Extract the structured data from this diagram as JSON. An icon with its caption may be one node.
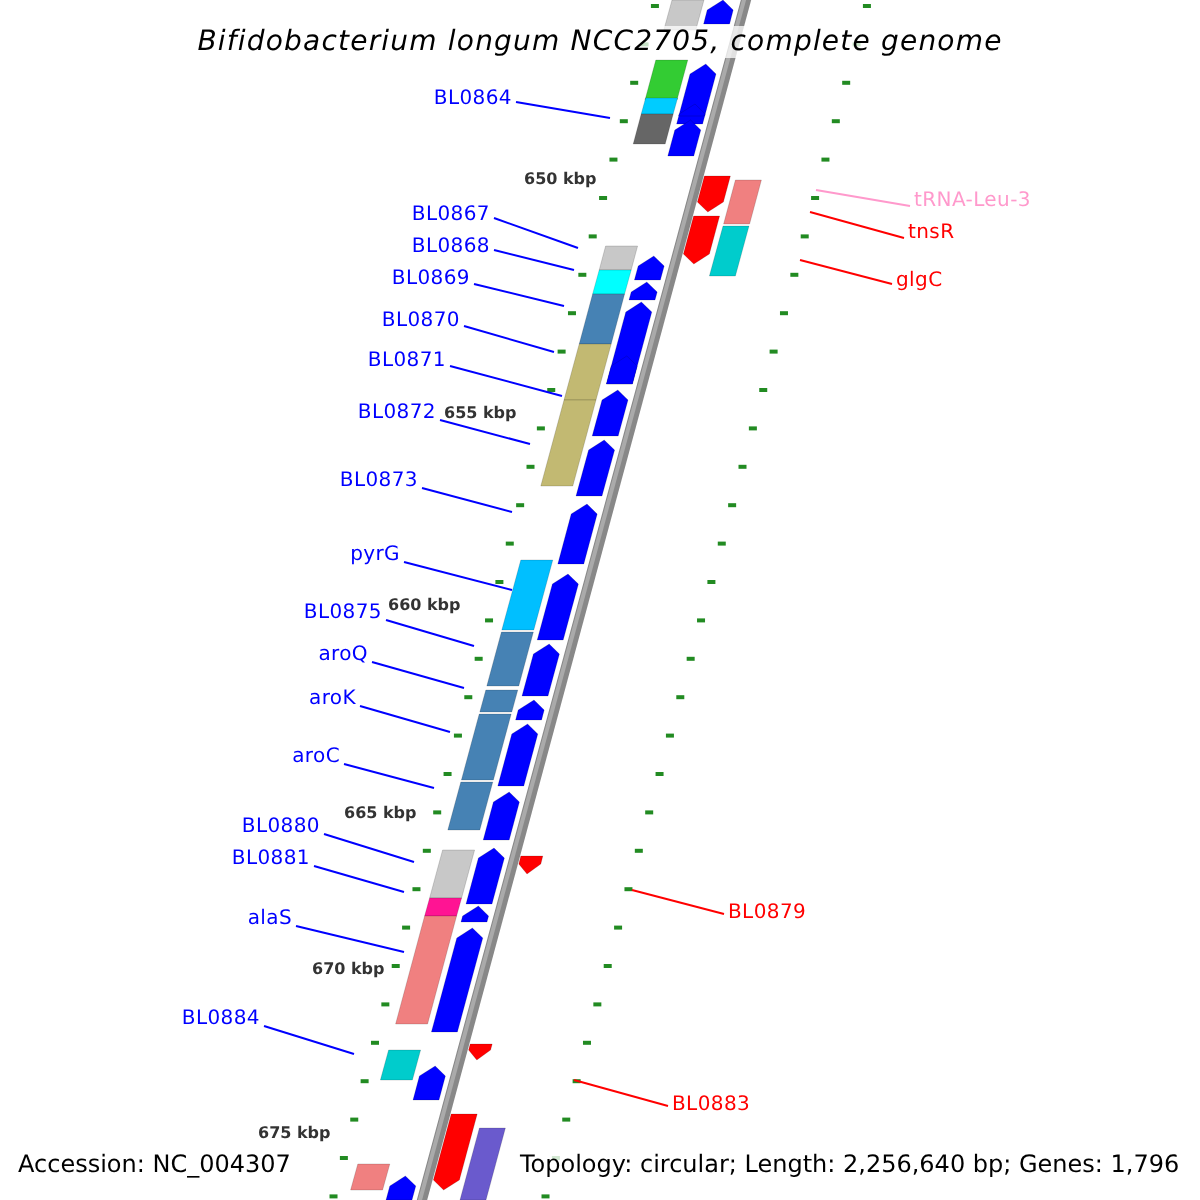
{
  "diagram": {
    "title": "Bifidobacterium longum NCC2705, complete genome",
    "nodes": [
      {
        "text": [
          "BL0864"
        ]
      },
      {
        "text": [
          "tRNA-Leu-3"
        ]
      },
      {
        "text": [
          "BL0867"
        ]
      },
      {
        "text": [
          "tnsR"
        ]
      },
      {
        "text": [
          "BL0868"
        ]
      },
      {
        "text": [
          "BL0869"
        ]
      },
      {
        "text": [
          "glgC"
        ]
      },
      {
        "text": [
          "BL0870"
        ]
      },
      {
        "text": [
          "BL0871"
        ]
      },
      {
        "text": [
          "BL0872"
        ]
      },
      {
        "text": [
          "BL0873"
        ]
      },
      {
        "text": [
          "pyrG"
        ]
      },
      {
        "text": [
          "BL0875"
        ]
      },
      {
        "text": [
          "aroQ"
        ]
      },
      {
        "text": [
          "aroK"
        ]
      },
      {
        "text": [
          "aroC"
        ]
      },
      {
        "text": [
          "BL0880"
        ]
      },
      {
        "text": [
          "BL0881"
        ]
      },
      {
        "text": [
          "BL0879"
        ]
      },
      {
        "text": [
          "alaS"
        ]
      },
      {
        "text": [
          "BL0884"
        ]
      },
      {
        "text": [
          "BL0883"
        ]
      }
    ],
    "edges": [
      {
        "from": 0,
        "to": null,
        "arrow": "none"
      },
      {
        "from": 1,
        "to": null,
        "arrow": "none",
        "color": "#ff99cc"
      },
      {
        "from": 2,
        "to": null,
        "arrow": "none"
      },
      {
        "from": 3,
        "to": null,
        "arrow": "none",
        "color": "#ff0000"
      },
      {
        "from": 4,
        "to": null,
        "arrow": "none"
      },
      {
        "from": 5,
        "to": null,
        "arrow": "none"
      },
      {
        "from": 6,
        "to": null,
        "arrow": "none",
        "color": "#ff0000"
      },
      {
        "from": 7,
        "to": null,
        "arrow": "none"
      },
      {
        "from": 8,
        "to": null,
        "arrow": "none"
      },
      {
        "from": 9,
        "to": null,
        "arrow": "none"
      },
      {
        "from": 10,
        "to": null,
        "arrow": "none"
      },
      {
        "from": 11,
        "to": null,
        "arrow": "none"
      },
      {
        "from": 12,
        "to": null,
        "arrow": "none"
      },
      {
        "from": 13,
        "to": null,
        "arrow": "none"
      },
      {
        "from": 14,
        "to": null,
        "arrow": "none"
      },
      {
        "from": 15,
        "to": null,
        "arrow": "none"
      },
      {
        "from": 16,
        "to": null,
        "arrow": "none"
      },
      {
        "from": 17,
        "to": null,
        "arrow": "none"
      },
      {
        "from": 18,
        "to": null,
        "arrow": "none",
        "color": "#ff0000"
      },
      {
        "from": 19,
        "to": null,
        "arrow": "none"
      },
      {
        "from": 20,
        "to": null,
        "arrow": "none"
      },
      {
        "from": 21,
        "to": null,
        "arrow": "none",
        "color": "#ff0000"
      }
    ],
    "labels": [
      "650 kbp",
      "655 kbp",
      "660 kbp",
      "665 kbp",
      "670 kbp",
      "675 kbp",
      "Accession: NC_004307",
      "Topology: circular; Length: 2,256,640 bp; Genes: 1,796"
    ]
  }
}
